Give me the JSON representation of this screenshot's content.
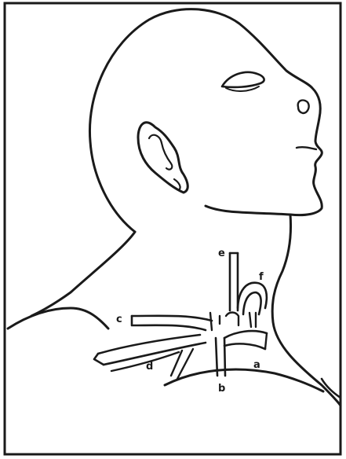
{
  "figure": {
    "labels": {
      "a": "a",
      "b": "b",
      "c": "c",
      "d": "d",
      "e": "e",
      "f": "f"
    },
    "colors": {
      "ink": "#1a1a1a",
      "paper": "#ffffff"
    }
  }
}
